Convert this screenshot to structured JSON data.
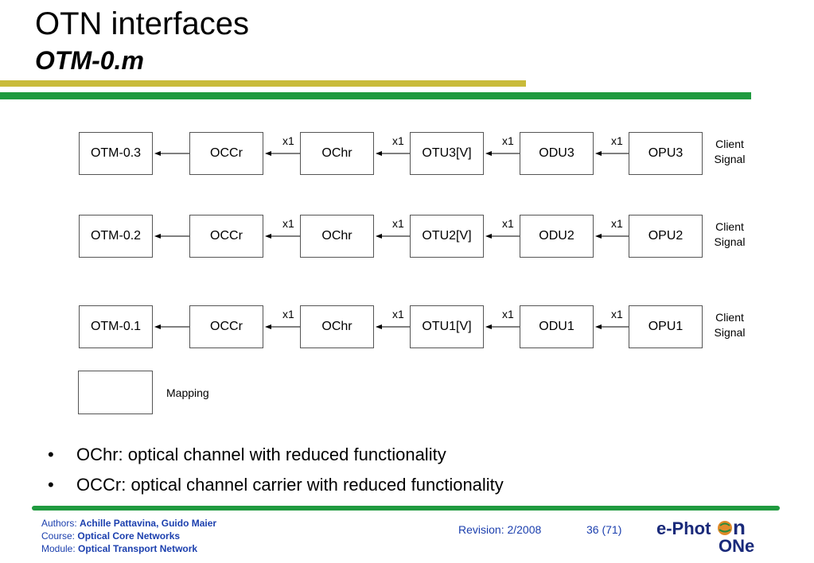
{
  "header": {
    "title": "OTN interfaces",
    "subtitle": "OTM-0.m"
  },
  "diagram": {
    "rows": [
      {
        "boxes": [
          "OTM-0.3",
          "OCCr",
          "OChr",
          "OTU3[V]",
          "ODU3",
          "OPU3"
        ],
        "multipliers": [
          "x1",
          "x1",
          "x1",
          "x1"
        ],
        "client_line1": "Client",
        "client_line2": "Signal"
      },
      {
        "boxes": [
          "OTM-0.2",
          "OCCr",
          "OChr",
          "OTU2[V]",
          "ODU2",
          "OPU2"
        ],
        "multipliers": [
          "x1",
          "x1",
          "x1",
          "x1"
        ],
        "client_line1": "Client",
        "client_line2": "Signal"
      },
      {
        "boxes": [
          "OTM-0.1",
          "OCCr",
          "OChr",
          "OTU1[V]",
          "ODU1",
          "OPU1"
        ],
        "multipliers": [
          "x1",
          "x1",
          "x1",
          "x1"
        ],
        "client_line1": "Client",
        "client_line2": "Signal"
      }
    ],
    "legend": {
      "label": "Mapping"
    }
  },
  "bullets": [
    "OChr: optical channel with reduced functionality",
    "OCCr: optical channel carrier with reduced functionality"
  ],
  "bullet_glyph": "•",
  "footer": {
    "authors_label": "Authors:",
    "authors_value": "Achille Pattavina, Guido Maier",
    "course_label": "Course:",
    "course_value": "Optical Core Networks",
    "module_label": "Module:",
    "module_value": "Optical Transport Network",
    "revision": "Revision: 2/2008",
    "page": "36 (71)",
    "logo_text_1": "e-Phot",
    "logo_text_2": "n",
    "logo_text_3": "ONe"
  },
  "colors": {
    "accent_green": "#1f9a3f",
    "accent_yellow": "#c9bb3a",
    "footer_blue": "#1b3fae",
    "logo_navy": "#1a2a7a"
  }
}
